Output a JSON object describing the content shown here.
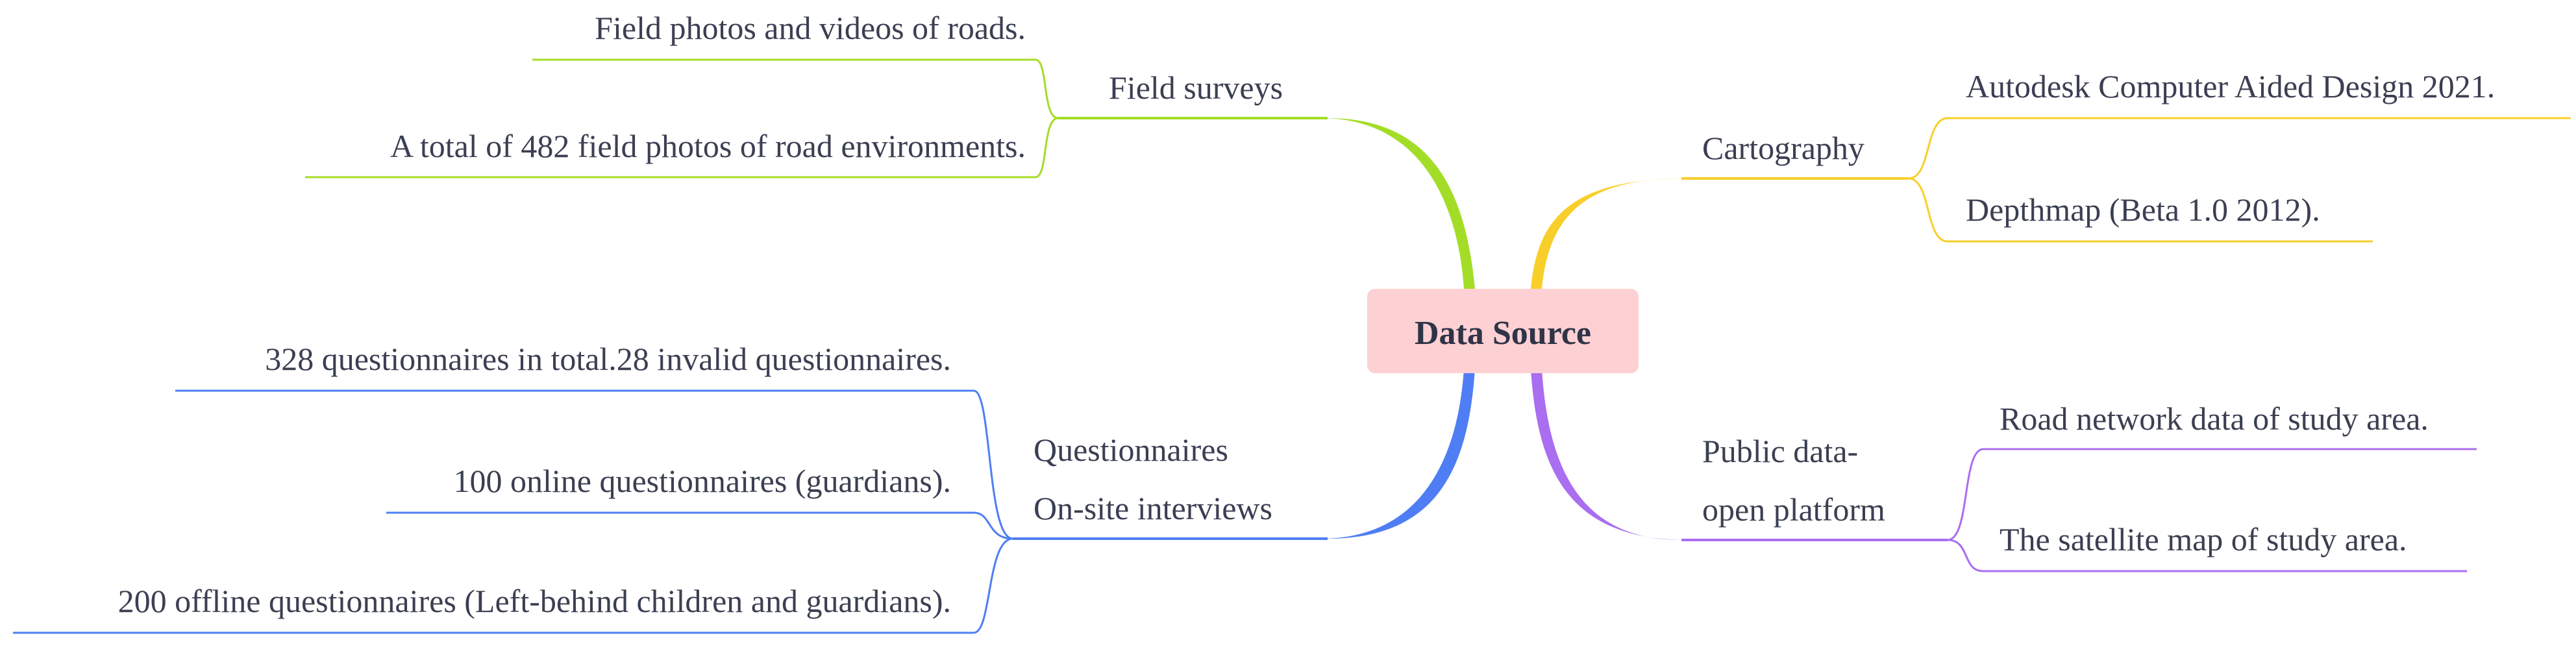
{
  "root": {
    "label": "Data Source",
    "fill": "#fdd0d3"
  },
  "branches": [
    {
      "id": "field-surveys",
      "label": "Field surveys",
      "color": "#a4dd27",
      "leaves": [
        "Field photos and videos of roads.",
        "A total of 482 field photos of road environments."
      ]
    },
    {
      "id": "questionnaires",
      "label_lines": [
        "Questionnaires",
        "On-site interviews"
      ],
      "color": "#4f7ef4",
      "leaves": [
        "328 questionnaires in total.28 invalid questionnaires.",
        "100 online questionnaires (guardians).",
        "200 offline questionnaires (Left-behind children and guardians)."
      ]
    },
    {
      "id": "cartography",
      "label": "Cartography",
      "color": "#f8cf2a",
      "leaves": [
        "Autodesk Computer Aided Design 2021.",
        "Depthmap (Beta 1.0 2012)."
      ]
    },
    {
      "id": "public-data",
      "label_lines": [
        "Public data-",
        "open platform"
      ],
      "color": "#aa6ef0",
      "leaves": [
        "Road network data of study area.",
        "The satellite map of study area."
      ]
    }
  ]
}
